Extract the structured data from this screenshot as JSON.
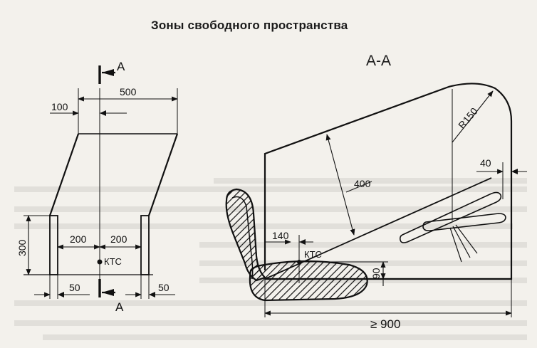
{
  "diagram": {
    "title": "Зоны свободного пространства",
    "section_label": "А-А",
    "cut_marker_top": "А",
    "cut_marker_bottom": "А",
    "ref_point": "КТС",
    "front_view": {
      "dim_top_width": "500",
      "dim_offset": "100",
      "dim_left_half": "200",
      "dim_right_half": "200",
      "dim_height": "300",
      "dim_left_post": "50",
      "dim_right_post": "50"
    },
    "side_view": {
      "dim_clearance": "400",
      "dim_radius": "R150",
      "dim_gap": "40",
      "dim_horizontal": "140",
      "dim_vertical": "90",
      "dim_length": "≥ 900"
    },
    "colors": {
      "ink": "#111111",
      "paper": "#f3f1ec"
    }
  }
}
